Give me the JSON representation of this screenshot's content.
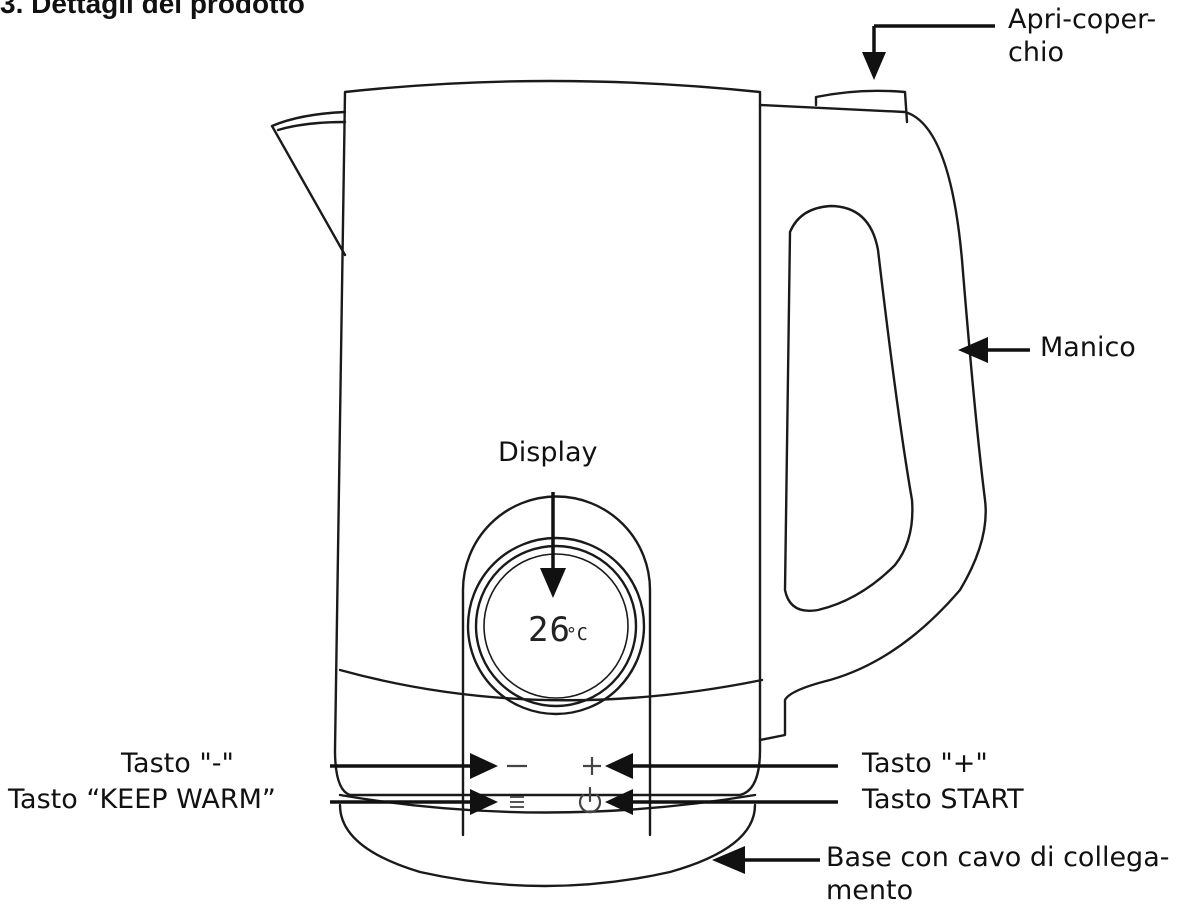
{
  "header": {
    "title": "3. Dettagli del prodotto"
  },
  "labels": {
    "lid_opener_line1": "Apri-coper-",
    "lid_opener_line2": "chio",
    "handle": "Manico",
    "display": "Display",
    "minus_button": "Tasto \"-\"",
    "keep_warm_button": "Tasto “KEEP WARM”",
    "plus_button": "Tasto \"+\"",
    "start_button": "Tasto START",
    "base_line1": "Base con cavo di collega-",
    "base_line2": "mento"
  },
  "display": {
    "temperature": "26",
    "unit": "°C"
  },
  "icons": {
    "minus": "minus-icon",
    "plus": "plus-icon",
    "keep_warm": "keep-warm-icon",
    "power": "power-icon",
    "arrow": "arrow-icon"
  },
  "colors": {
    "line": "#111111",
    "background": "#ffffff"
  }
}
